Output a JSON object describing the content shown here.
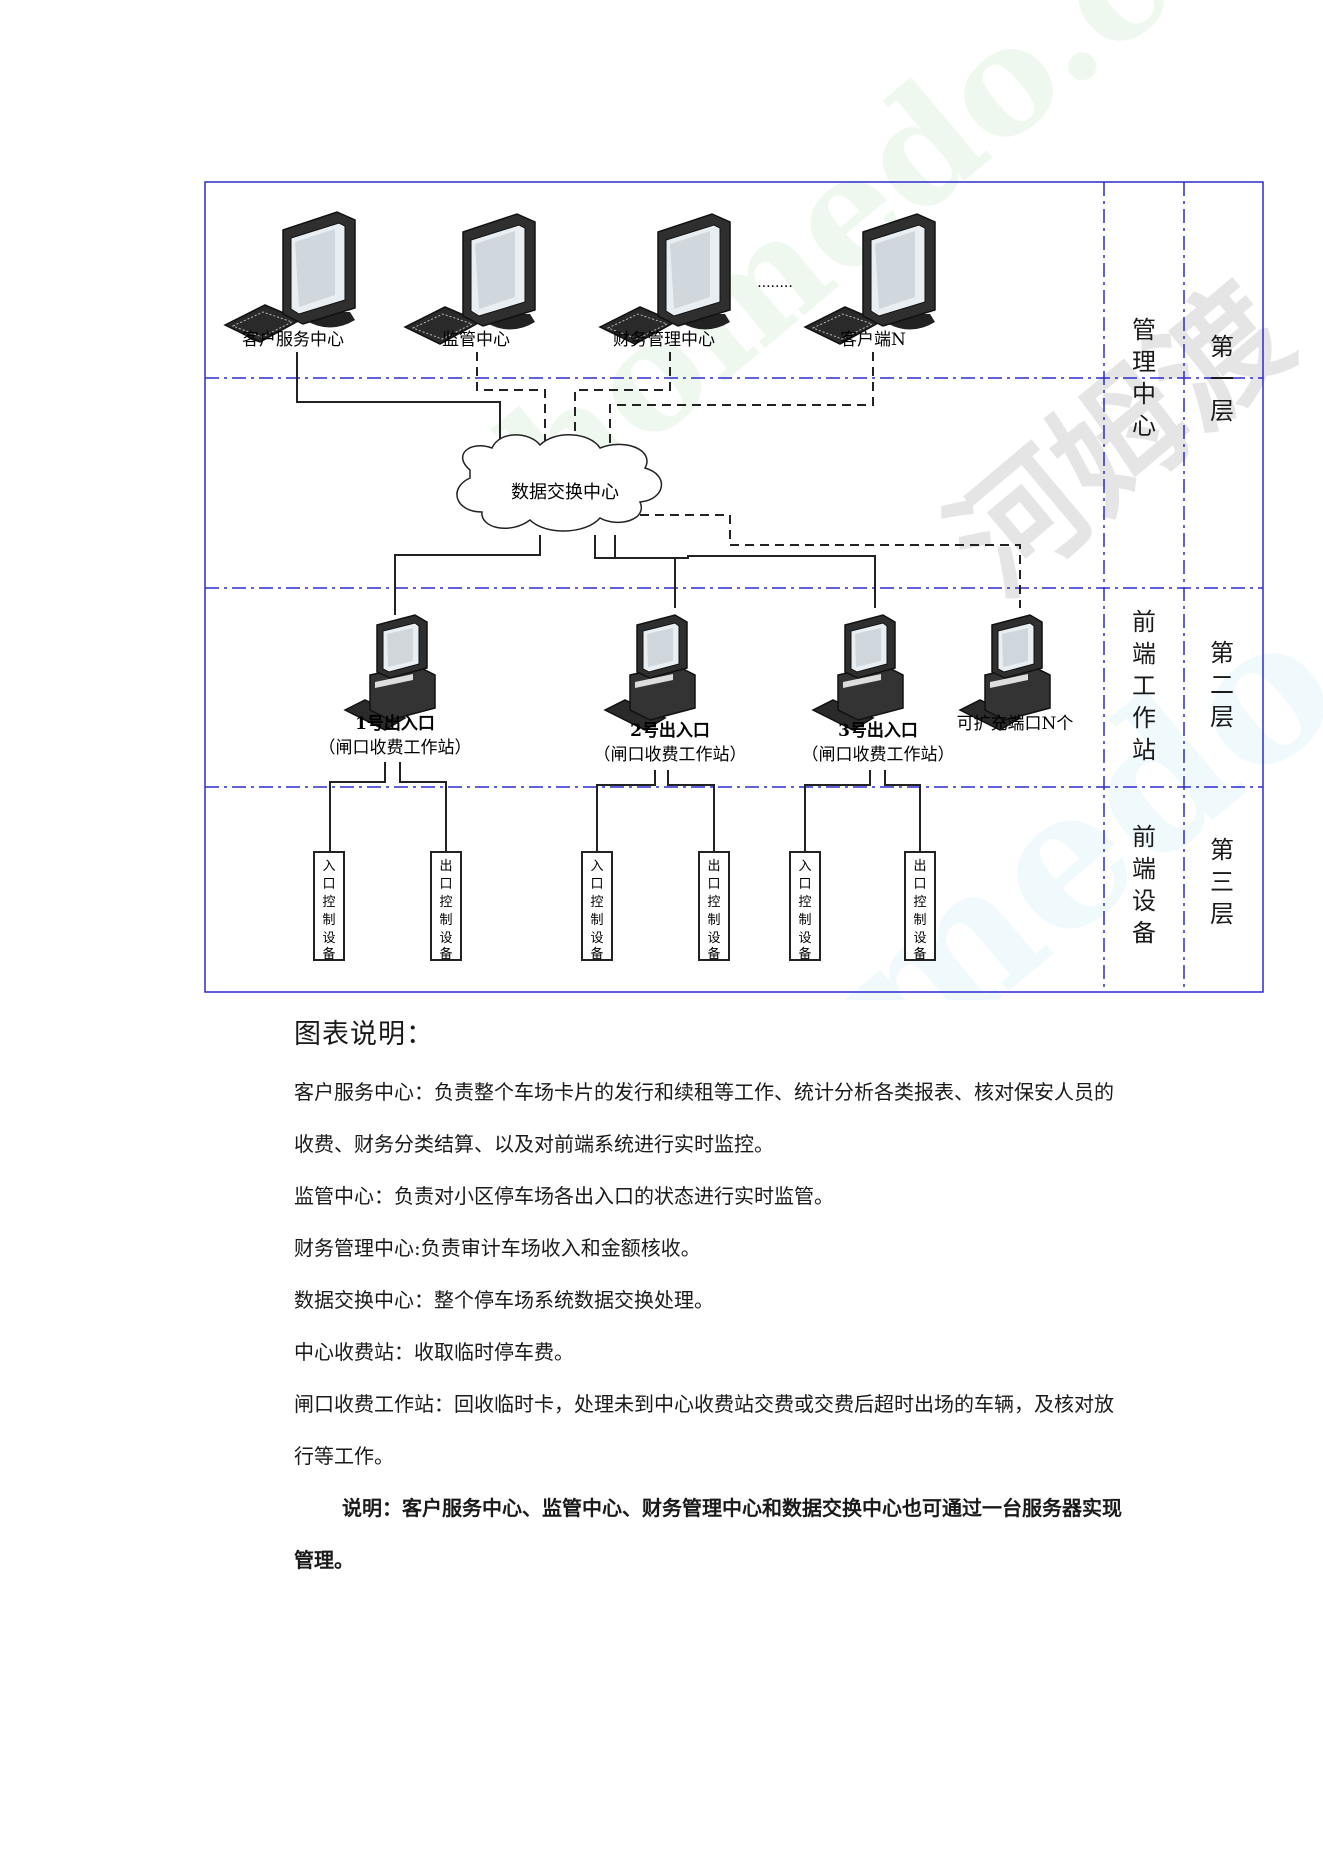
{
  "diagram": {
    "clients": [
      "客户服务中心",
      "监管中心",
      "财务管理中心",
      "客户端N"
    ],
    "ellipsis": "........",
    "cloud_label": "数据交换中心",
    "stations": [
      {
        "line1": "1号出入口",
        "line2": "（闸口收费工作站）"
      },
      {
        "line1": "2号出入口",
        "line2": "（闸口收费工作站）"
      },
      {
        "line1": "3号出入口",
        "line2": "（闸口收费工作站）"
      }
    ],
    "expandable": "可扩充端口N个",
    "devices": [
      "入口控制设备",
      "出口控制设备",
      "入口控制设备",
      "出口控制设备",
      "入口控制设备",
      "出口控制设备"
    ],
    "layer_names": [
      "管理中心",
      "前端工作站",
      "前端设备"
    ],
    "layer_levels": [
      "第一层",
      "第二层",
      "第三层"
    ]
  },
  "caption": "图表说明：",
  "descriptions": [
    "客户服务中心：负责整个车场卡片的发行和续租等工作、统计分析各类报表、核对保安人员的收费、财务分类结算、以及对前端系统进行实时监控。",
    "监管中心：负责对小区停车场各出入口的状态进行实时监管。",
    "财务管理中心:负责审计车场收入和金额核收。",
    "数据交换中心：整个停车场系统数据交换处理。",
    "中心收费站：收取临时停车费。",
    "闸口收费工作站：回收临时卡，处理未到中心收费站交费或交费后超时出场的车辆，及核对放行等工作。"
  ],
  "note": "说明：客户服务中心、监管中心、财务管理中心和数据交换中心也可通过一台服务器实现管理。",
  "watermark": "homedo.com 河姆渡",
  "colors": {
    "frame": "#2b2bd0",
    "line": "#222222",
    "monitor": "#2f2f2f"
  }
}
